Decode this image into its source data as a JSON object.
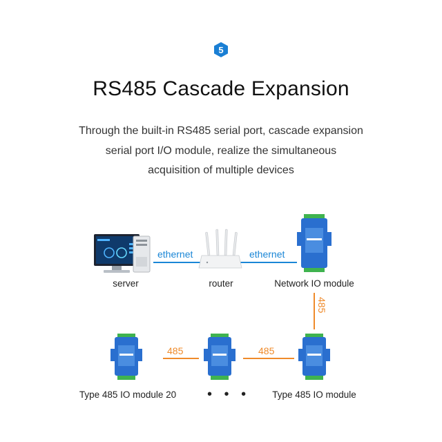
{
  "badge": {
    "number": "5",
    "color": "#1a7fd4"
  },
  "title": "RS485 Cascade Expansion",
  "description": [
    "Through the built-in RS485 serial port, cascade expansion",
    "serial port I/O module, realize the simultaneous",
    "acquisition of multiple devices"
  ],
  "nodes": {
    "server": "server",
    "router": "router",
    "network_module": "Network IO module",
    "module_first": "Type 485 IO module",
    "module_last": "Type 485 IO module 20",
    "ellipsis": "• • •"
  },
  "links": {
    "server_router": "ethernet",
    "router_network": "ethernet",
    "network_to_485": "485",
    "module_to_middle": "485",
    "middle_to_last": "485"
  },
  "colors": {
    "ethernet": "#1a86d6",
    "rs485": "#ef8a2a",
    "module_body": "#2a6fcf",
    "terminal": "#3fb34f"
  }
}
